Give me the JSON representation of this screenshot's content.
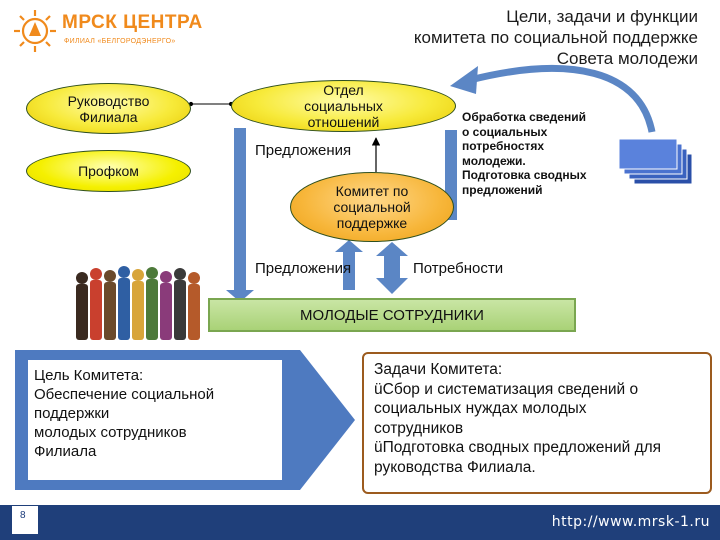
{
  "logo": {
    "name": "МРСК ЦЕНТРА",
    "subtitle": "ФИЛИАЛ «БЕЛГОРОДЭНЕРГО»",
    "color": "#f08a1c"
  },
  "title": {
    "line1": "Цели, задачи и функции",
    "line2": "комитета по социальной поддержке",
    "line3": "Совета молодежи"
  },
  "nodes": {
    "rukovodstvo": {
      "line1": "Руководство",
      "line2": "Филиала"
    },
    "profkom": "Профком",
    "otdel": {
      "line1": "Отдел",
      "line2": "социальных",
      "line3": "отношений"
    },
    "komitet": {
      "line1": "Комитет по",
      "line2": "социальной",
      "line3": "поддержке"
    }
  },
  "labels": {
    "predlozheniya_top": "Предложения",
    "predlozheniya_bottom": "Предложения",
    "potrebnosti": "Потребности"
  },
  "processing": {
    "line1": "Обработка сведений",
    "line2": "о социальных",
    "line3": "потребностях",
    "line4": "молодежи.",
    "line5": "Подготовка сводных",
    "line6": "предложений"
  },
  "banner": "МОЛОДЫЕ СОТРУДНИКИ",
  "goal": {
    "title_bold": "Цель Комитета",
    "title_tail": ":",
    "line1": "Обеспечение социальной",
    "line2": "поддержки",
    "line3": "молодых сотрудников",
    "line4": "Филиала"
  },
  "tasks": {
    "title_bold": "Задачи Комитета",
    "title_tail": ":",
    "item1_l1": "üСбор и систематизация сведений о",
    "item1_l2": "социальных нуждах молодых",
    "item1_l3": "сотрудников",
    "item2_l1": "üПодготовка сводных предложений для",
    "item2_l2": "руководства Филиала."
  },
  "footer": {
    "page_number": "8",
    "url": "http://www.mrsk-1.ru"
  },
  "colors": {
    "arrow_blue": "#5b86c5",
    "footer_blue": "#1f3f7a",
    "banner_green": "#b6d98a",
    "tasks_border": "#9c5b1e"
  }
}
